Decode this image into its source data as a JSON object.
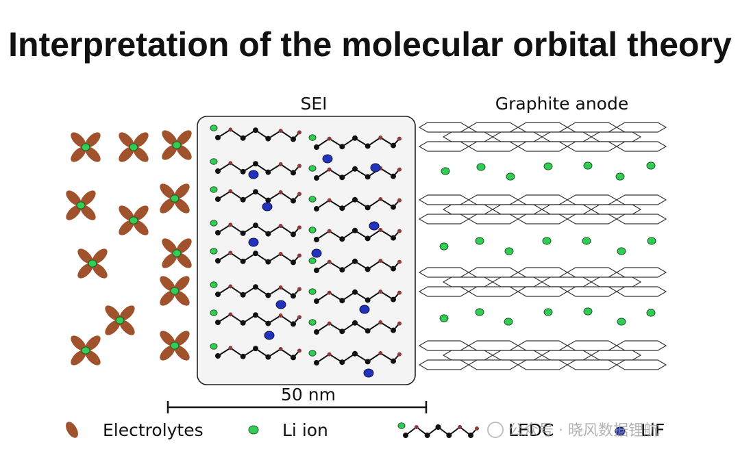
{
  "title": "Interpretation of the molecular orbital theory",
  "regions": {
    "sei_label": "SEI",
    "graphite_label": "Graphite anode"
  },
  "scale_bar": {
    "label": "50 nm"
  },
  "legend": {
    "electrolytes": "Electrolytes",
    "li_ion": "Li ion",
    "ledc": "LEDC",
    "lif": "LiF"
  },
  "watermark": "公众号 · 晓风数据锂航",
  "colors": {
    "electrolyte_lobe": "#a0522d",
    "li_ion": "#33cc55",
    "lif": "#2233bb",
    "ledc_carbon": "#111111",
    "ledc_oxygen": "#8b3a3a",
    "graphite_outline": "#333333"
  }
}
